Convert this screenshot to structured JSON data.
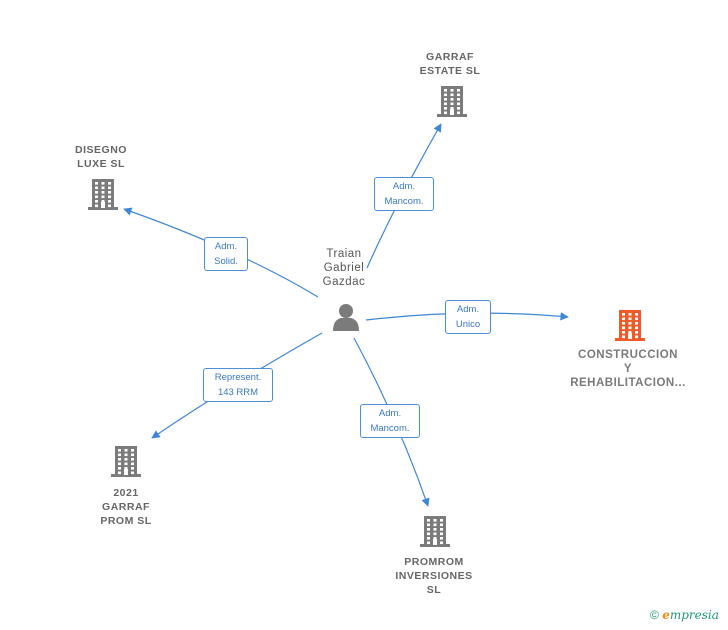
{
  "colors": {
    "edge": "#3f86d6",
    "company_icon": "#7b7b7b",
    "main_company_icon": "#f05a28",
    "person_icon": "#7b7b7b"
  },
  "person": {
    "label_lines": [
      "Traian",
      "Gabriel",
      "Gazdac"
    ],
    "icon": "person-icon"
  },
  "companies": {
    "garraf_estate": {
      "label_lines": [
        "GARRAF",
        "ESTATE  SL"
      ],
      "icon": "building-icon"
    },
    "disegno_luxe": {
      "label_lines": [
        "DISEGNO",
        "LUXE  SL"
      ],
      "icon": "building-icon"
    },
    "construccion": {
      "label_lines": [
        "CONSTRUCCION",
        "Y",
        "REHABILITACION..."
      ],
      "icon": "building-icon"
    },
    "garraf_prom": {
      "label_lines": [
        "2021",
        "GARRAF",
        "PROM  SL"
      ],
      "icon": "building-icon"
    },
    "promrom": {
      "label_lines": [
        "PROMROM",
        "INVERSIONES",
        "SL"
      ],
      "icon": "building-icon"
    }
  },
  "relations": {
    "garraf_estate": [
      "Adm.",
      "Mancom."
    ],
    "disegno_luxe": [
      "Adm.",
      "Solid."
    ],
    "construccion": [
      "Adm.",
      "Unico"
    ],
    "garraf_prom": [
      "Represent.",
      "143 RRM"
    ],
    "promrom": [
      "Adm.",
      "Mancom."
    ]
  },
  "footer": {
    "copyright": "©",
    "brand_e": "e",
    "brand_rest": "mpresia"
  }
}
